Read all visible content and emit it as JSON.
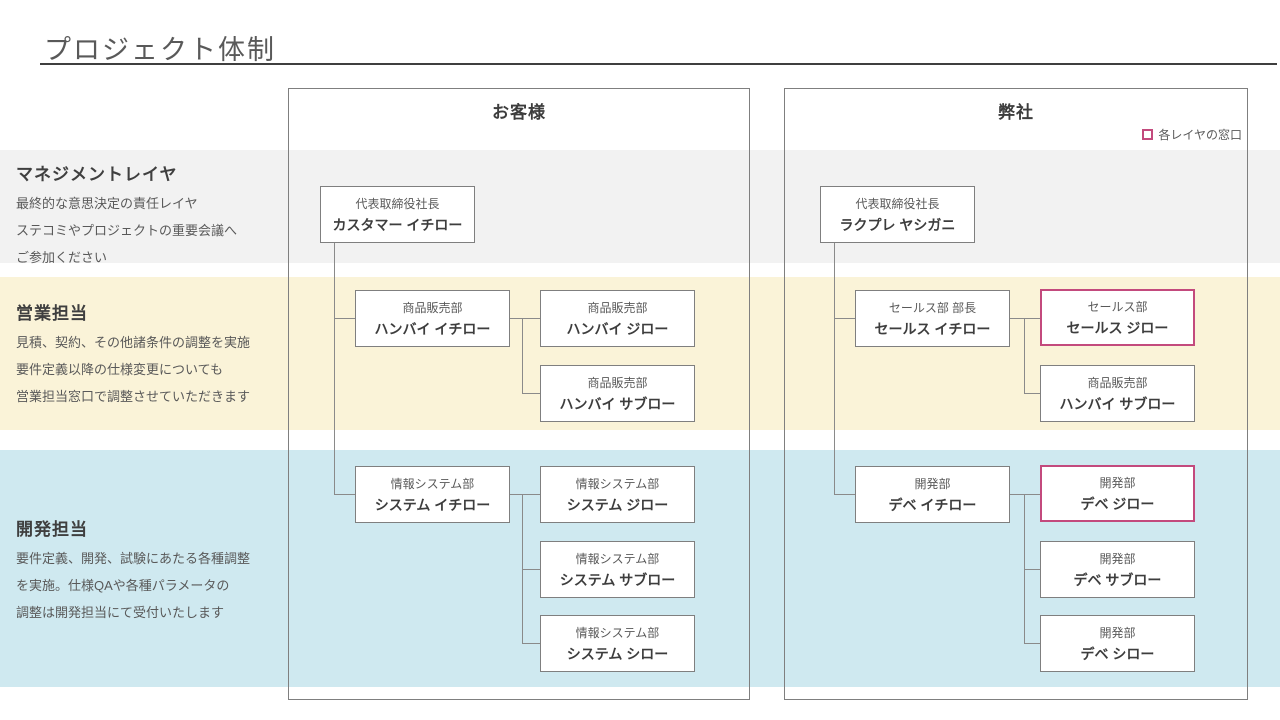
{
  "page": {
    "title": "プロジェクト体制"
  },
  "legend": {
    "label": "各レイヤの窓口",
    "accent_color": "#c34a7d"
  },
  "panels": {
    "customer": {
      "header": "お客様"
    },
    "company": {
      "header": "弊社"
    }
  },
  "layers": [
    {
      "name": "マネジメントレイヤ",
      "color": "#f2f2f2",
      "description": [
        "最終的な意思決定の責任レイヤ",
        "ステコミやプロジェクトの重要会議へ",
        "ご参加ください"
      ]
    },
    {
      "name": "営業担当",
      "color": "#faf3d8",
      "description": [
        "見積、契約、その他諸条件の調整を実施",
        "要件定義以降の仕様変更についても",
        "営業担当窓口で調整させていただきます"
      ]
    },
    {
      "name": "開発担当",
      "color": "#cfe9f0",
      "description": [
        "要件定義、開発、試験にあたる各種調整",
        "を実施。仕様QAや各種パラメータの",
        "調整は開発担当にて受付いたします"
      ]
    }
  ],
  "org": {
    "customer": {
      "ceo": {
        "dept": "代表取締役社長",
        "name": "カスタマー イチロー"
      },
      "sales_lead": {
        "dept": "商品販売部",
        "name": "ハンバイ イチロー"
      },
      "sales_members": [
        {
          "dept": "商品販売部",
          "name": "ハンバイ ジロー"
        },
        {
          "dept": "商品販売部",
          "name": "ハンバイ サブロー"
        }
      ],
      "dev_lead": {
        "dept": "情報システム部",
        "name": "システム イチロー"
      },
      "dev_members": [
        {
          "dept": "情報システム部",
          "name": "システム ジロー"
        },
        {
          "dept": "情報システム部",
          "name": "システム サブロー"
        },
        {
          "dept": "情報システム部",
          "name": "システム シロー"
        }
      ]
    },
    "company": {
      "ceo": {
        "dept": "代表取締役社長",
        "name": "ラクプレ ヤシガニ"
      },
      "sales_lead": {
        "dept": "セールス部 部長",
        "name": "セールス イチロー"
      },
      "sales_members": [
        {
          "dept": "セールス部",
          "name": "セールス ジロー",
          "highlighted": true
        },
        {
          "dept": "商品販売部",
          "name": "ハンバイ サブロー",
          "highlighted": false
        }
      ],
      "dev_lead": {
        "dept": "開発部",
        "name": "デベ イチロー"
      },
      "dev_members": [
        {
          "dept": "開発部",
          "name": "デベ ジロー",
          "highlighted": true
        },
        {
          "dept": "開発部",
          "name": "デベ サブロー",
          "highlighted": false
        },
        {
          "dept": "開発部",
          "name": "デベ シロー",
          "highlighted": false
        }
      ]
    }
  }
}
